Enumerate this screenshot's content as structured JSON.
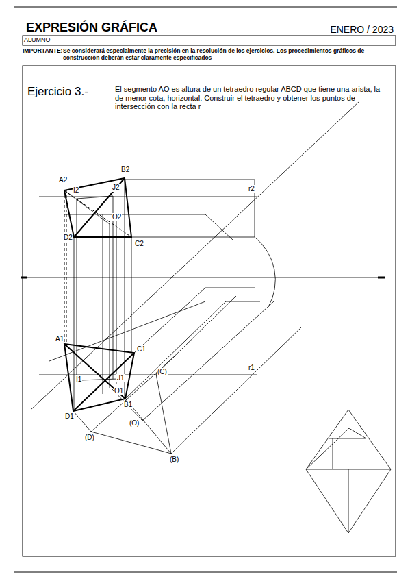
{
  "diagram": {
    "title": "EXPRESIÓN GRÁFICA",
    "labels": [
      "ENERO / 2023",
      "ALUMNO",
      "IMPORTANTE:",
      "Se considerará especialmente la precisión en la resolución de los ejercicios. Los procedimientos gráficos de construcción deberán estar claramente especificados",
      "Ejercicio 3.-",
      "El segmento AO es altura de un tetraedro regular ABCD que tiene una arista, la de menor cota, horizontal. Construir el tetraedro y obtener los puntos de intersección con la recta r",
      "A2",
      "B2",
      "I2",
      "J2",
      "O2",
      "D2",
      "C2",
      "r2",
      "A1",
      "C1",
      "(C)",
      "r1",
      "I1",
      "J1",
      "O1",
      "D1",
      "B1",
      "(O)",
      "(D)",
      "(B)"
    ]
  }
}
